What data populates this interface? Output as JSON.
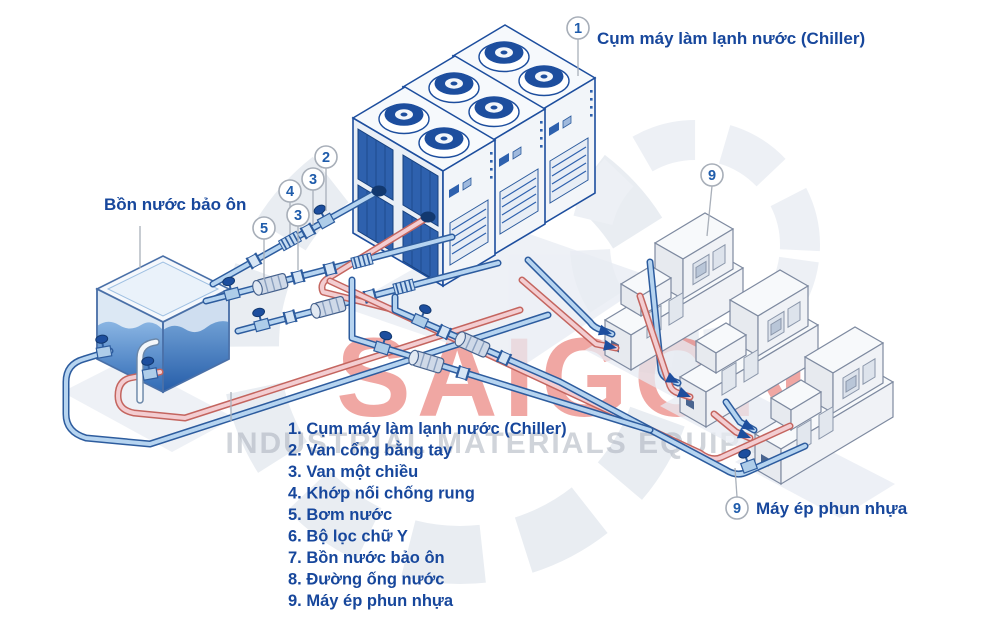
{
  "watermark": {
    "brand": "SAIGON",
    "subtitle": "INDUSTRIAL MATERIALS EQUIPMENT",
    "brand_color": "#e2524a",
    "subtitle_color": "#aab1bd"
  },
  "labels": {
    "chiller": "Cụm máy làm lạnh nước (Chiller)",
    "tank": "Bồn nước bảo ôn",
    "machine": "Máy ép phun nhựa"
  },
  "callouts": [
    "1",
    "2",
    "3",
    "4",
    "3",
    "5",
    "9",
    "9"
  ],
  "legend": {
    "text_color": "#17479c",
    "items": [
      "1. Cụm máy làm lạnh nước (Chiller)",
      "2. Van cổng bằng tay",
      "3. Van một chiều",
      "4. Khớp nối chống rung",
      "5. Bơm nước",
      "6. Bộ lọc chữ Y",
      "7. Bồn nước bảo ôn",
      "8. Đường ống nước",
      "9. Máy ép phun nhựa"
    ]
  },
  "colors": {
    "pipe_blue": "#b6d4f0",
    "pipe_blue_outline": "#2d5c9e",
    "pipe_pink": "#f3cdd1",
    "pipe_pink_outline": "#c4655f",
    "machine_blue": "#2e61ae",
    "dark_blue": "#1d4e9e",
    "water": "#3f79c0"
  }
}
